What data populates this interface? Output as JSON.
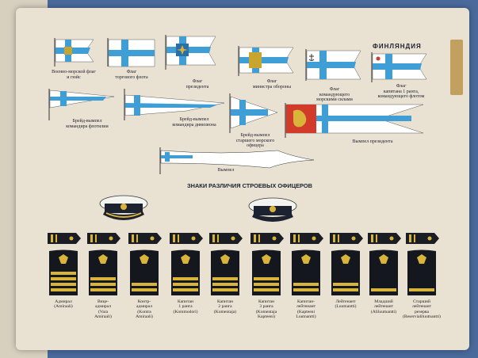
{
  "country_title": "ФИНЛЯНДИЯ",
  "section_title": "ЗНАКИ РАЗЛИЧИЯ СТРОЕВЫХ ОФИЦЕРОВ",
  "flags": [
    {
      "caption": "Военно-морской флаг\nи гюйс"
    },
    {
      "caption": "Флаг\nторгового флота"
    },
    {
      "caption": "Флаг\nпрезидента"
    },
    {
      "caption": "Флаг\nминистра обороны"
    },
    {
      "caption": "Флаг\nкомандующего\nморскими силами"
    },
    {
      "caption": "Флаг\nкапитана 1 ранга,\nкомандующего флотом"
    }
  ],
  "pennants": [
    {
      "caption": "Брейд-вымпел\nкомандира флотилии"
    },
    {
      "caption": "Брейд-вымпел\nкомандира дивизиона"
    },
    {
      "caption": "Брейд-вымпел\nстаршего морского\nофицера"
    },
    {
      "caption": "Вымпел президента"
    },
    {
      "caption": "Вымпел"
    }
  ],
  "ranks": [
    {
      "caption": "Адмирал\n(Amiraali)",
      "stripes": 4
    },
    {
      "caption": "Вице-\nадмирал\n(Vara\nAmiraali)",
      "stripes": 3
    },
    {
      "caption": "Контр-\nадмирал\n(Kontra\nAmiraali)",
      "stripes": 2
    },
    {
      "caption": "Капитан\n1 ранга\n(Kommodori)",
      "stripes": 3
    },
    {
      "caption": "Капитан\n2 ранга\n(Komentaja)",
      "stripes": 3
    },
    {
      "caption": "Капитан\n3 ранга\n(Komentaja\nKapteeni)",
      "stripes": 3
    },
    {
      "caption": "Капитан-\nлейтенант\n(Kapteeni\nLuutnantti)",
      "stripes": 2
    },
    {
      "caption": "Лейтенант\n(Luutnantti)",
      "stripes": 2
    },
    {
      "caption": "Младший\nлейтенант\n(Aliluutnantti)",
      "stripes": 1
    },
    {
      "caption": "Старший\nлейтенант\nрезерва\n(Reservialiluutnantti)",
      "stripes": 1
    }
  ],
  "colors": {
    "flag_blue": "#3f9ed6",
    "gold": "#d8b43a",
    "red": "#d23a2a"
  }
}
